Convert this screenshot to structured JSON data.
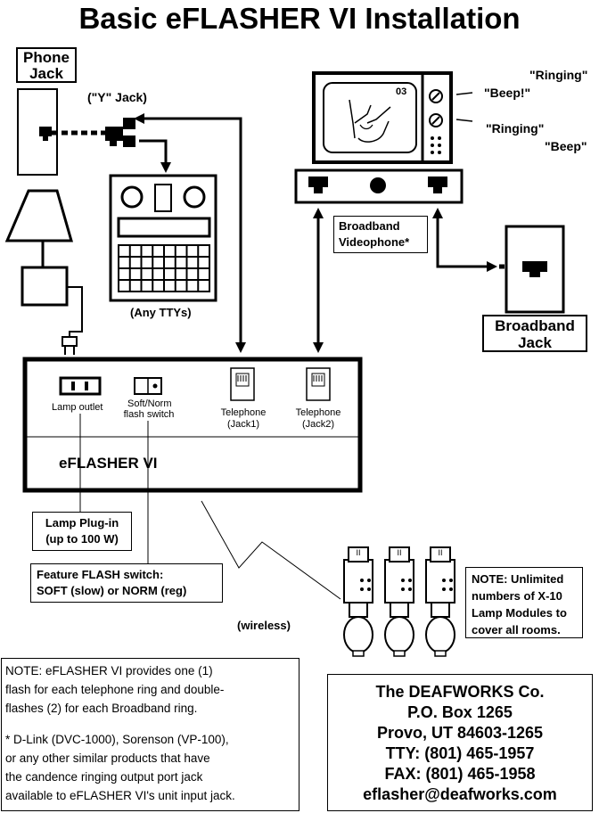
{
  "title": "Basic eFLASHER VI Installation",
  "phone_jack": {
    "label_line1": "Phone",
    "label_line2": "Jack"
  },
  "y_jack_label": "(\"Y\" Jack)",
  "tty_label": "(Any TTYs)",
  "tv": {
    "channel": "03"
  },
  "sounds": {
    "ringing_1": "\"Ringing\"",
    "beep_1": "\"Beep!\"",
    "ringing_2": "\"Ringing\"",
    "beep_2": "\"Beep\""
  },
  "videophone_label": {
    "line1": "Broadband",
    "line2": "Videophone*"
  },
  "broadband_jack": {
    "line1": "Broadband",
    "line2": "Jack"
  },
  "unit": {
    "name": "eFLASHER VI",
    "lamp_outlet": "Lamp outlet",
    "switch_line1": "Soft/Norm",
    "switch_line2": "flash switch",
    "jack1_line1": "Telephone",
    "jack1_line2": "(Jack1)",
    "jack2_line1": "Telephone",
    "jack2_line2": "(Jack2)"
  },
  "lamp_plug_note": {
    "line1": "Lamp Plug-in",
    "line2": "(up to 100 W)"
  },
  "flash_switch_note": {
    "line1": "Feature FLASH switch:",
    "line2": "SOFT (slow) or NORM (reg)"
  },
  "wireless_label": "(wireless)",
  "x10_note": {
    "line1": "NOTE: Unlimited",
    "line2": "numbers of X-10",
    "line3": "Lamp Modules to",
    "line4": "cover all rooms."
  },
  "module_badge": "II",
  "bottom_note": {
    "line1": "NOTE: eFLASHER VI provides one (1)",
    "line2": "flash for each telephone ring and double-",
    "line3": "flashes (2) for each Broadband ring.",
    "line4": "* D-Link (DVC-1000), Sorenson (VP-100),",
    "line5": "or any other similar products that have",
    "line6": "the candence ringing output port jack",
    "line7": "available to eFLASHER VI's unit input jack."
  },
  "company": {
    "name": "The DEAFWORKS Co.",
    "po_box": "P.O. Box 1265",
    "city": "Provo, UT  84603-1265",
    "tty": "TTY: (801) 465-1957",
    "fax": "FAX: (801) 465-1958",
    "email": "eflasher@deafworks.com"
  }
}
